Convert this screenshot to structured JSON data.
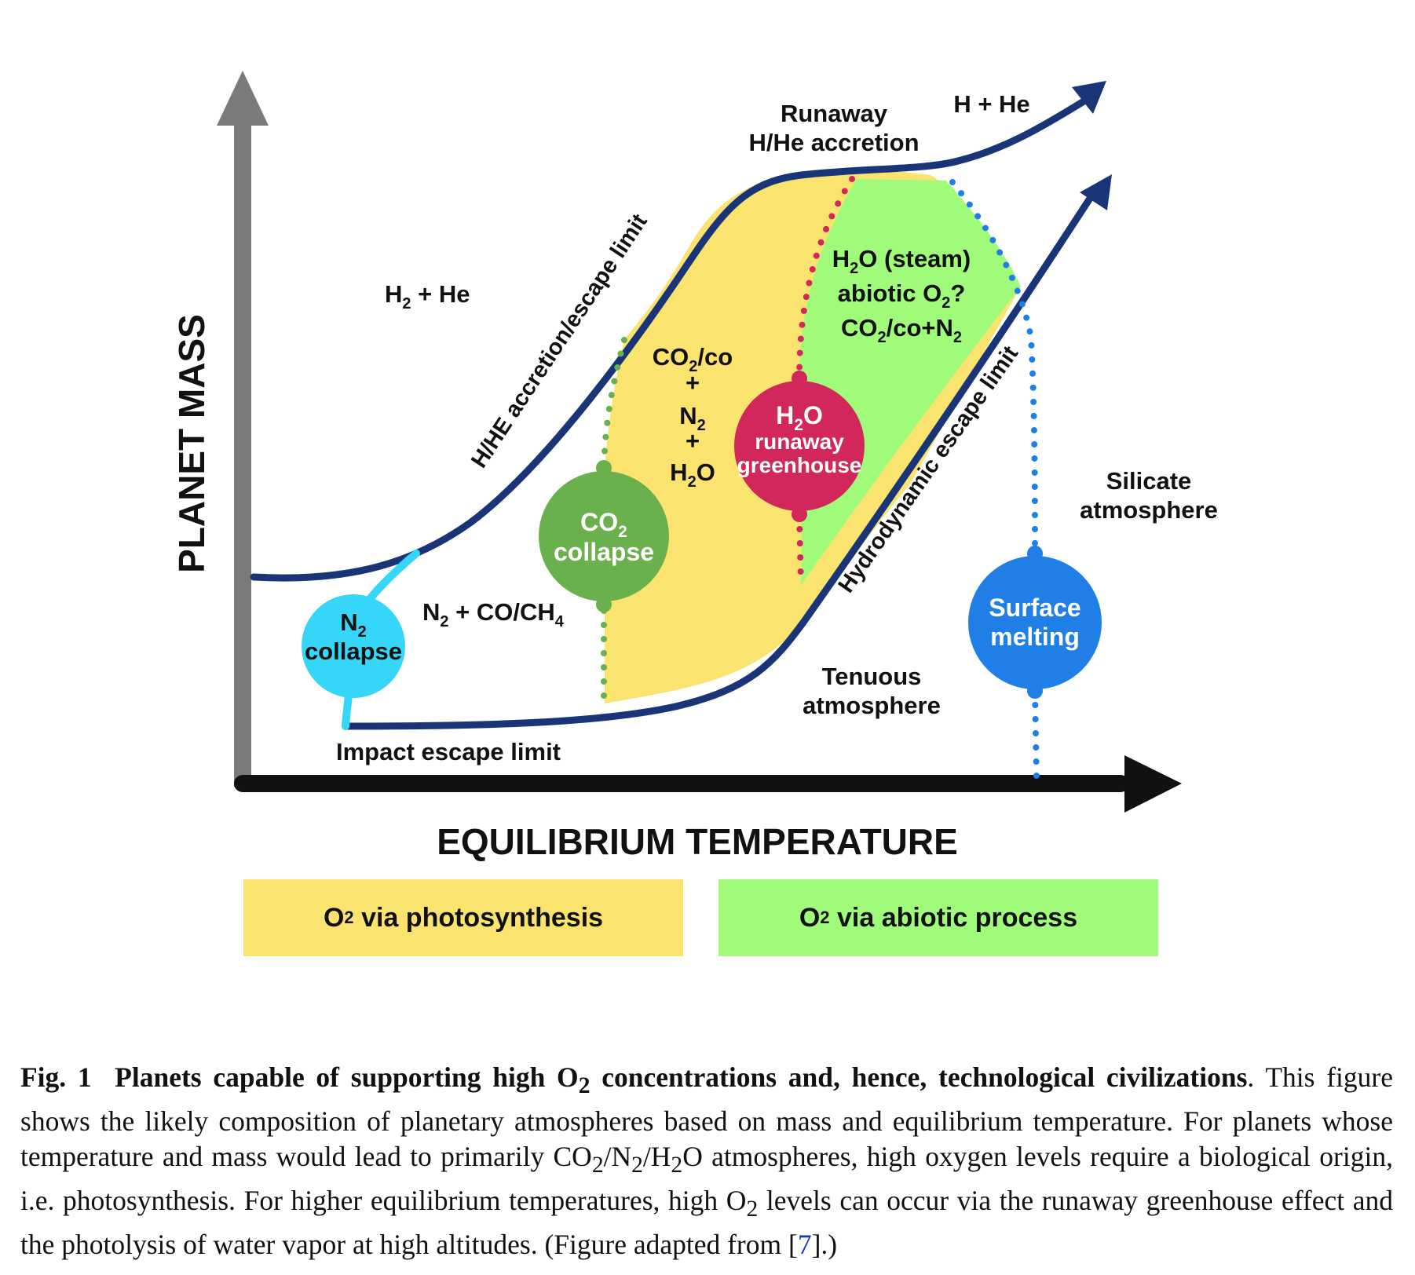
{
  "axes": {
    "y_label": "PLANET MASS",
    "x_label": "EQUILIBRIUM TEMPERATURE"
  },
  "regions": {
    "h2_he": "H + He",
    "h2_he_sub": "2",
    "h_he_top": "H + He",
    "runaway_line1": "Runaway",
    "runaway_line2": "H/He accretion",
    "n2_co_ch4": {
      "a": "N",
      "a_sub": "2",
      "b": " + CO/CH",
      "b_sub": "4"
    },
    "co2_mix": {
      "l1": "CO",
      "l1_sub": "2",
      "l1_tail": "/co",
      "plus1": "+",
      "l3": "N",
      "l3_sub": "2",
      "plus2": "+",
      "l5": "H",
      "l5_sub": "2",
      "l5_tail": "O"
    },
    "steam": {
      "l1a": "H",
      "l1_sub": "2",
      "l1b": "O (steam)",
      "l2a": "abiotic O",
      "l2_sub": "2",
      "l2b": "?",
      "l3a": "CO",
      "l3_sub": "2",
      "l3b": "/co+N",
      "l3_sub2": "2"
    },
    "silicate_line1": "Silicate",
    "silicate_line2": "atmosphere",
    "tenuous_line1": "Tenuous",
    "tenuous_line2": "atmosphere",
    "impact_limit": "Impact escape limit",
    "accretion_limit": "H/HE accretion/escape limit",
    "hydro_limit": "Hydrodynamic escape limit"
  },
  "circles": {
    "n2": {
      "l1": "N",
      "l1_sub": "2",
      "l2": "collapse",
      "color": "#35d6f7"
    },
    "co2": {
      "l1": "CO",
      "l1_sub": "2",
      "l2": "collapse",
      "color": "#6ab04c"
    },
    "h2o": {
      "l1": "H",
      "l1_sub": "2",
      "l1b": "O",
      "l2": "runaway",
      "l3": "greenhouse",
      "color": "#d1275a"
    },
    "surface": {
      "l1": "Surface",
      "l2": "melting",
      "color": "#1f7fe6"
    }
  },
  "legend": {
    "yellow": {
      "a": "O",
      "sub": "2",
      "b": " via photosynthesis",
      "color": "#fbe36f"
    },
    "green": {
      "a": "O",
      "sub": "2",
      "b": " via abiotic process",
      "color": "#a1fb7b"
    }
  },
  "colors": {
    "boundary": "#1a3577",
    "yaxis": "#7a7a7a",
    "xaxis": "#111111"
  },
  "caption": {
    "fig": "Fig. 1",
    "title_a": "Planets capable of supporting high O",
    "title_sub": "2",
    "title_b": " concentrations and, hence, technological civilizations",
    "body_1": ". This figure shows the likely composition of planetary atmospheres based on mass and equilibrium temperature. For planets whose temperature and mass would lead to primarily CO",
    "sub_1": "2",
    "body_2": "/N",
    "sub_2": "2",
    "body_3": "/H",
    "sub_3": "2",
    "body_4": "O atmospheres, high oxygen levels require a biological origin, i.e. photosynthesis. For higher equilibrium temperatures, high O",
    "sub_4": "2",
    "body_5": " levels can occur via the runaway greenhouse effect and the photolysis of water vapor at high altitudes. (Figure adapted from [",
    "ref": "7",
    "body_6": "].)"
  }
}
